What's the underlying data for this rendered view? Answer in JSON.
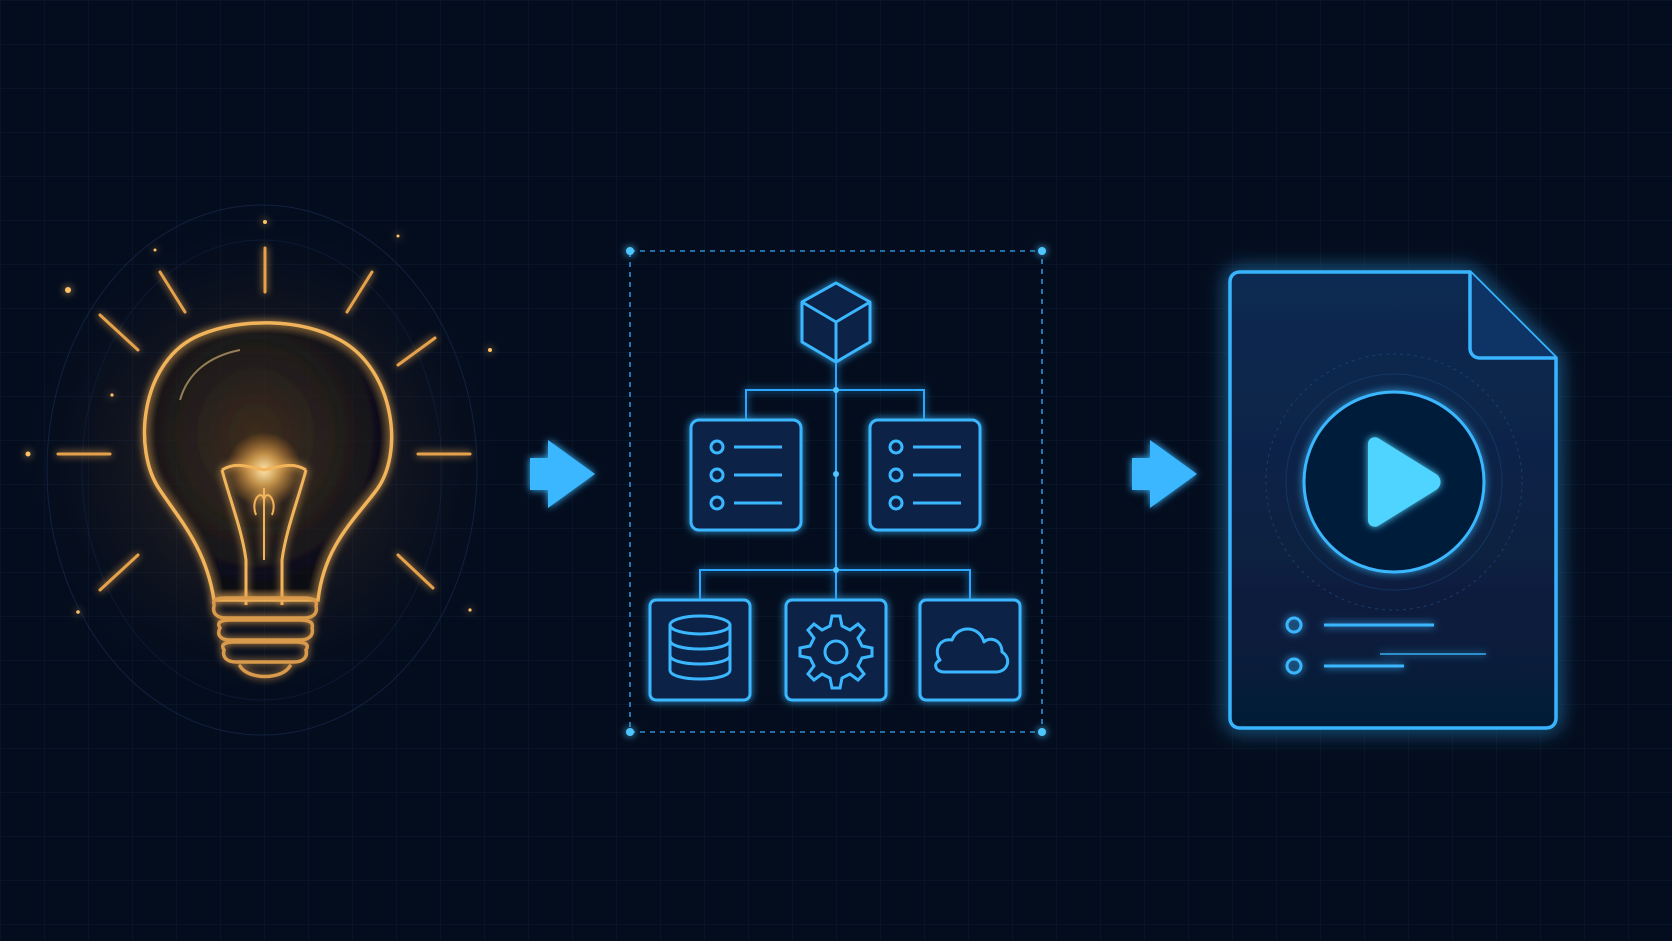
{
  "colors": {
    "background": "#040d1e",
    "grid": "#0c1b33",
    "bulb": "#f2b45a",
    "bulb_core": "#ffd98a",
    "accent": "#2aa8ff",
    "accent_light": "#5fd0ff",
    "panel_fill": "#072042"
  },
  "diagram": {
    "stages": [
      {
        "id": "idea",
        "icon": "lightbulb-icon"
      },
      {
        "id": "architecture",
        "icon": "hierarchy-icon"
      },
      {
        "id": "output",
        "icon": "video-document-icon"
      }
    ],
    "architecture": {
      "root_icon": "cube-icon",
      "level_2_icons": [
        "list-icon",
        "list-icon"
      ],
      "level_3_icons": [
        "database-icon",
        "gear-icon",
        "cloud-icon"
      ]
    },
    "output_document": {
      "media_icon": "play-icon",
      "list_line_count": 2
    },
    "arrows": [
      {
        "from": "idea",
        "to": "architecture"
      },
      {
        "from": "architecture",
        "to": "output"
      }
    ]
  }
}
